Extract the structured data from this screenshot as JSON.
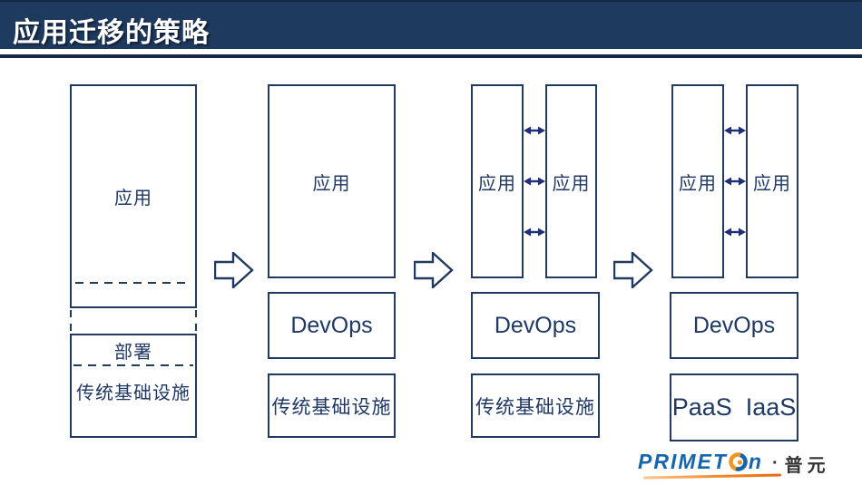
{
  "header": {
    "title": "应用迁移的策略"
  },
  "stages": [
    {
      "name": "monolith",
      "app": "应用",
      "deploy": "部署",
      "infra": "传统基础设施"
    },
    {
      "name": "devops-traditional",
      "app": "应用",
      "middle": "DevOps",
      "infra": "传统基础设施"
    },
    {
      "name": "split-apps-traditional",
      "app_left": "应用",
      "app_right": "应用",
      "middle": "DevOps",
      "infra": "传统基础设施"
    },
    {
      "name": "split-apps-cloud",
      "app_left": "应用",
      "app_right": "应用",
      "middle": "DevOps",
      "infra": "PaaS  IaaS"
    }
  ],
  "logo": {
    "brand_prefix": "PRIMET",
    "brand_suffix": "n",
    "separator": "·",
    "company_cjk": "普元"
  },
  "colors": {
    "header_bg": "#1F3A5F",
    "rule": "#16294B",
    "box_border": "#223A60",
    "box_text": "#1F3864",
    "sync_arrow": "#1F2D7B",
    "logo_blue": "#1565AD",
    "logo_orange": "#F7941E",
    "logo_text": "#333333"
  }
}
